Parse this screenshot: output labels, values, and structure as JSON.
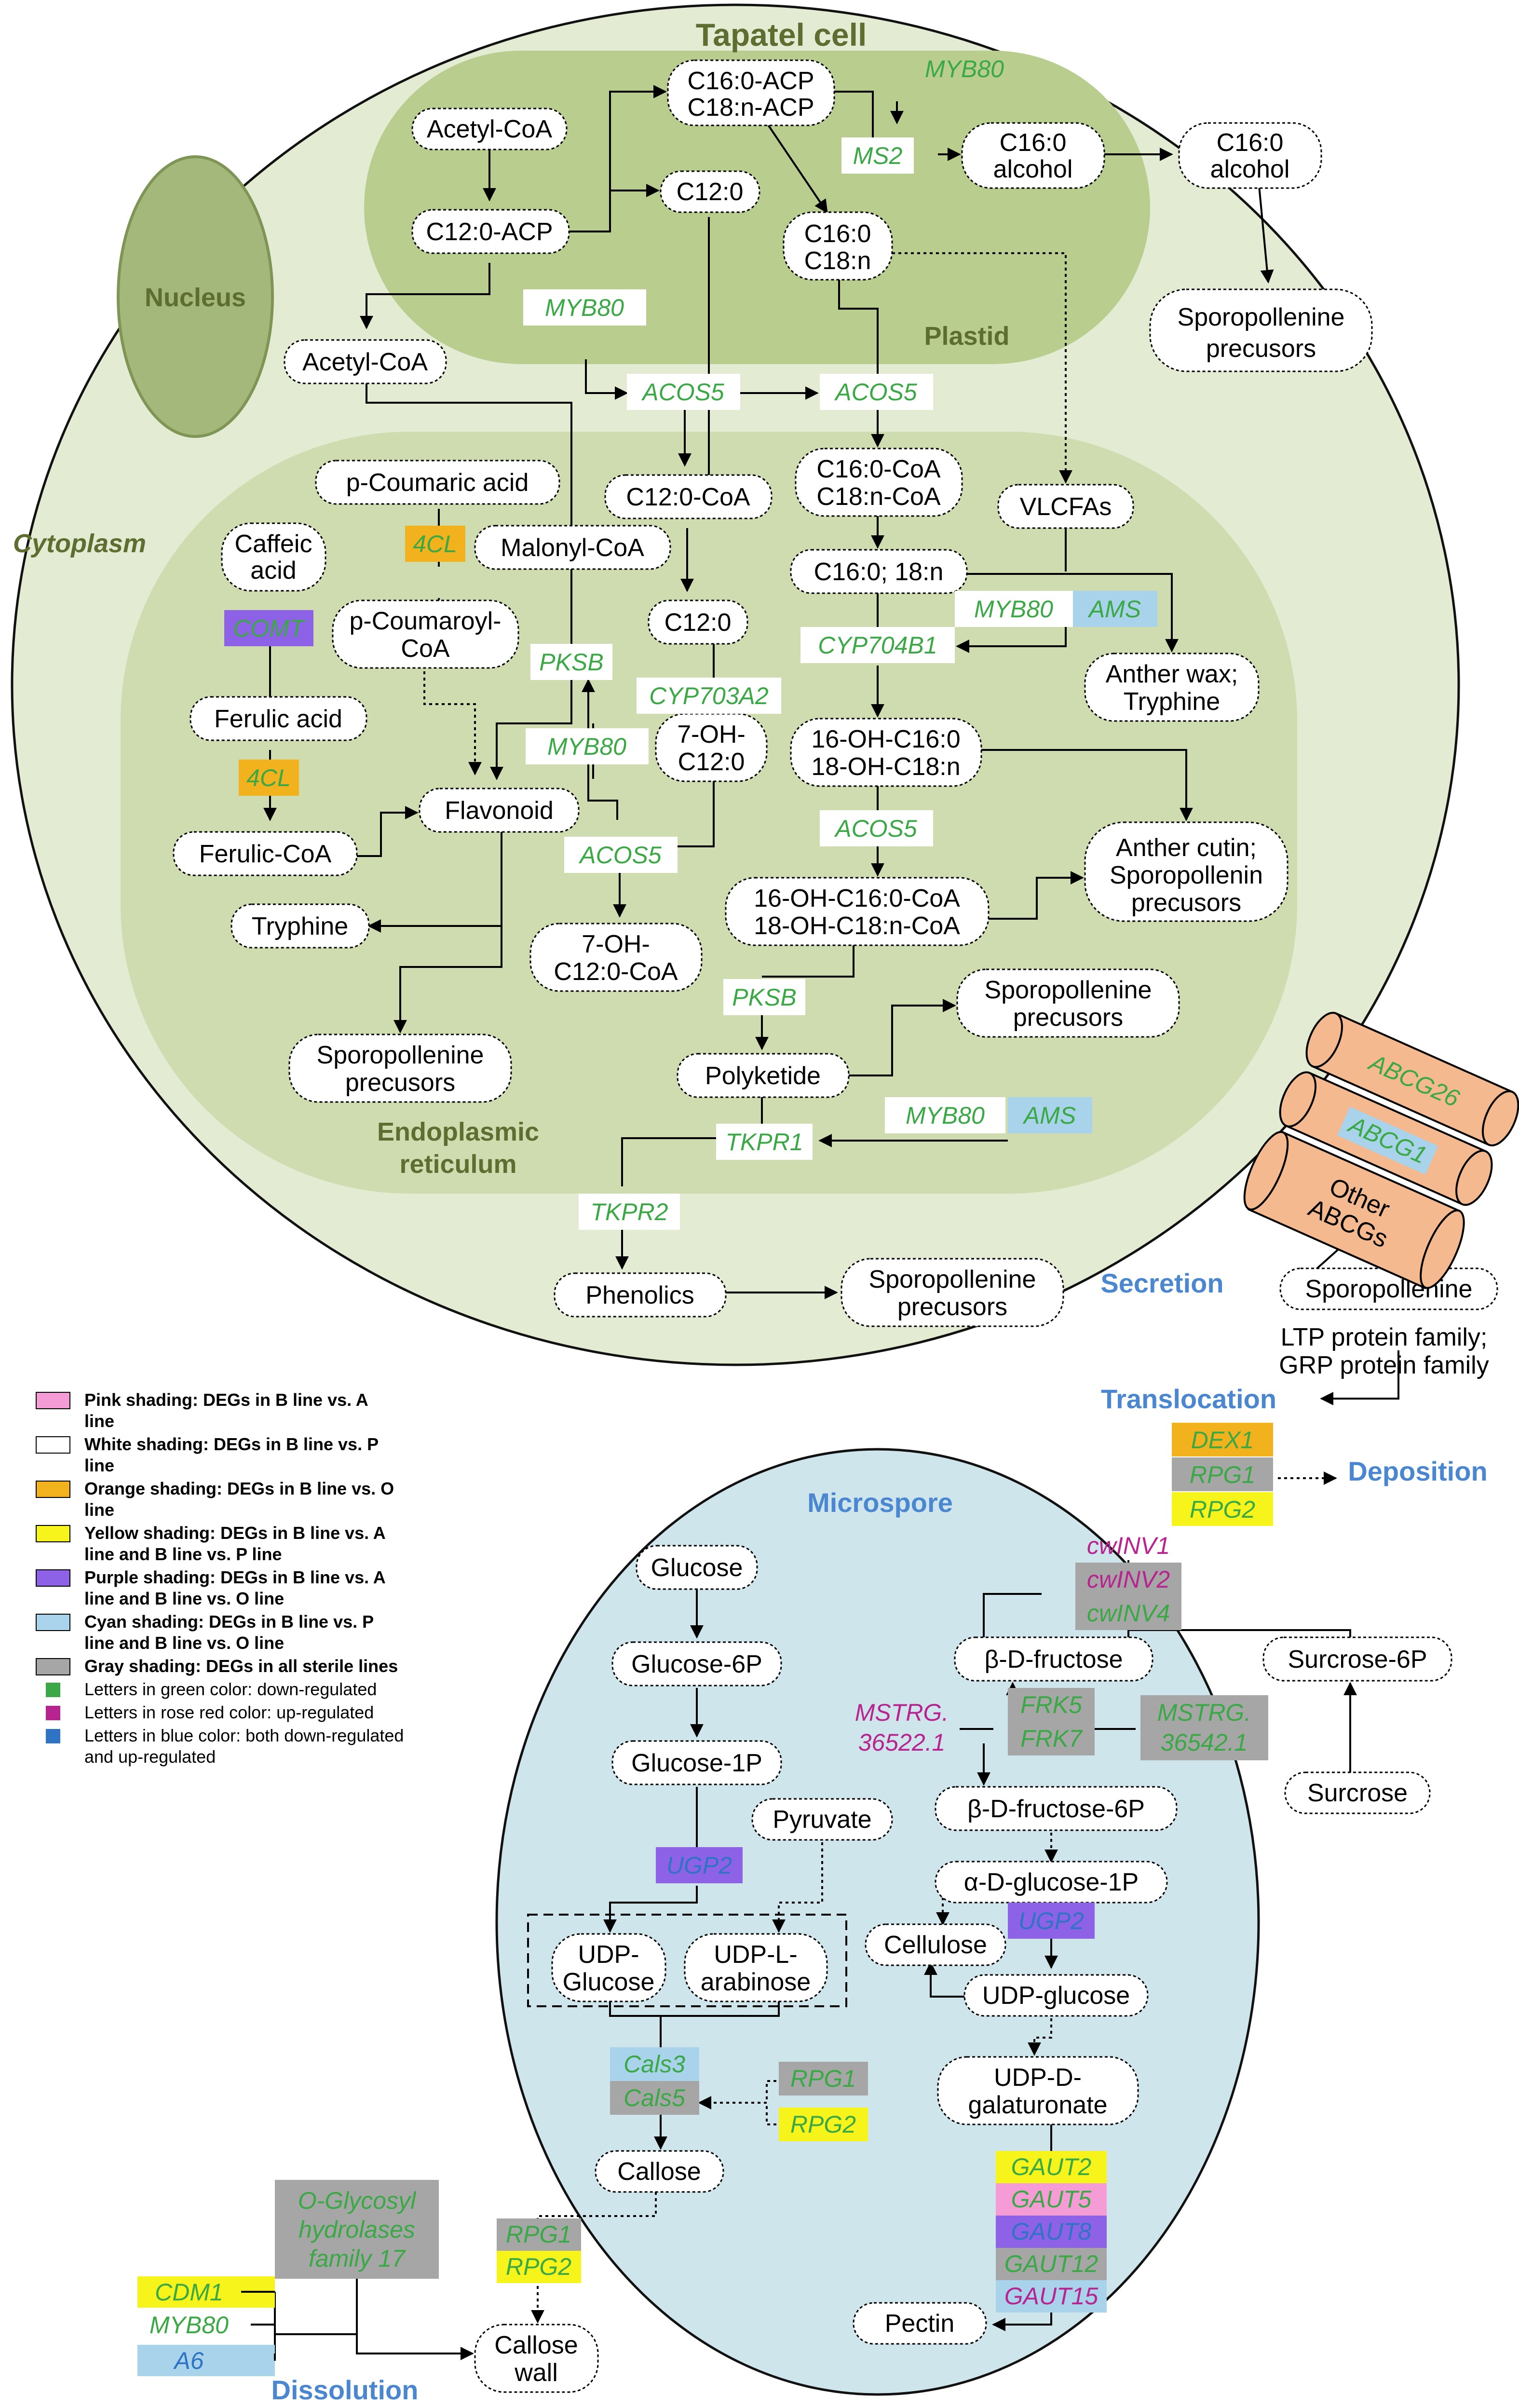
{
  "colors": {
    "cell_fill": "#e3ecd2",
    "plastid_fill": "#b9cd8f",
    "er_fill": "#cfdcaf",
    "nucleus_fill": "#a3b87a",
    "microspore_fill": "#cfe5ec",
    "gene_green": "#3aa845",
    "gene_pink": "#b8248f",
    "gene_blue": "#2f74c4",
    "label_olive": "#5e6d30",
    "label_blue": "#4a87d0",
    "shade_pink": "#f59bd6",
    "shade_orange": "#f2b21e",
    "shade_yellow": "#f7f41c",
    "shade_purple": "#8e62e6",
    "shade_cyan": "#a9d3ea",
    "shade_gray": "#a6a6a6",
    "abcg_fill": "#f5b98f"
  },
  "labels": {
    "tapetal_cell": "Tapatel cell",
    "nucleus": "Nucleus",
    "plastid": "Plastid",
    "cytoplasm": "Cytoplasm",
    "er_line1": "Endoplasmic",
    "er_line2": "reticulum",
    "secretion": "Secretion",
    "translocation": "Translocation",
    "deposition": "Deposition",
    "microspore": "Microspore",
    "dissolution": "Dissolution"
  },
  "nodes": {
    "acetyl_coa_plastid": "Acetyl-CoA",
    "c12_0_acp": "C12:0-ACP",
    "c16_acp_1": "C16:0-ACP",
    "c16_acp_2": "C18:n-ACP",
    "c12_0": "C12:0",
    "c16_0_1": "C16:0",
    "c16_0_2": "C18:n",
    "c16_alcohol_1_a": "C16:0",
    "c16_alcohol_1_b": "alcohol",
    "c16_alcohol_2_a": "C16:0",
    "c16_alcohol_2_b": "alcohol",
    "sporo_prec_top_a": "Sporopollenine",
    "sporo_prec_top_b": "precusors",
    "acetyl_coa_cyto": "Acetyl-CoA",
    "p_coumaric_acid": "p-Coumaric acid",
    "caffeic_acid_a": "Caffeic",
    "caffeic_acid_b": "acid",
    "malonyl_coa": "Malonyl-CoA",
    "p_coumaroyl_a": "p-Coumaroyl-",
    "p_coumaroyl_b": "CoA",
    "c12_0_coa": "C12:0-CoA",
    "c12_0_er": "C12:0",
    "ferulic_acid": "Ferulic acid",
    "flavonoid": "Flavonoid",
    "ferulic_coa": "Ferulic-CoA",
    "tryphine": "Tryphine",
    "oh_c12_a": "7-OH-",
    "oh_c12_b": "C12:0",
    "oh_c12_coa_a": "7-OH-",
    "oh_c12_coa_b": "C12:0-CoA",
    "sporo_prec_er_a": "Sporopollenine",
    "sporo_prec_er_b": "precusors",
    "c16_coa_a": "C16:0-CoA",
    "c16_coa_b": "C18:n-CoA",
    "vlcfas": "VLCFAs",
    "c16_18n": "C16:0; 18:n",
    "anther_wax_a": "Anther wax;",
    "anther_wax_b": "Tryphine",
    "oh_c16_a": "16-OH-C16:0",
    "oh_c16_b": "18-OH-C18:n",
    "anther_cutin_a": "Anther cutin;",
    "anther_cutin_b": "Sporopollenin",
    "anther_cutin_c": "precusors",
    "oh_c16_coa_a": "16-OH-C16:0-CoA",
    "oh_c16_coa_b": "18-OH-C18:n-CoA",
    "sporo_prec_poly_a": "Sporopollenine",
    "sporo_prec_poly_b": "precusors",
    "polyketide": "Polyketide",
    "phenolics": "Phenolics",
    "sporo_prec_phen_a": "Sporopollenine",
    "sporo_prec_phen_b": "precusors",
    "sporopollenine": "Sporopollenine",
    "ltp_a": "LTP protein family;",
    "ltp_b": "GRP protein family",
    "glucose": "Glucose",
    "glucose_6p": "Glucose-6P",
    "glucose_1p": "Glucose-1P",
    "pyruvate": "Pyruvate",
    "udp_glucose_a": "UDP-",
    "udp_glucose_b": "Glucose",
    "udp_arab_a": "UDP-L-",
    "udp_arab_b": "arabinose",
    "callose": "Callose",
    "callose_wall_a": "Callose",
    "callose_wall_b": "wall",
    "beta_fructose": "β-D-fructose",
    "surcrose_6p": "Surcrose-6P",
    "beta_fructose_6p": "β-D-fructose-6P",
    "surcrose": "Surcrose",
    "alpha_glucose_1p": "α-D-glucose-1P",
    "cellulose": "Cellulose",
    "udp_glucose_ms": "UDP-glucose",
    "udp_galat_a": "UDP-D-",
    "udp_galat_b": "galaturonate",
    "pectin": "Pectin"
  },
  "genes": {
    "myb80_ms2": "MYB80",
    "ms2": "MS2",
    "myb80_plastid": "MYB80",
    "acos5_left": "ACOS5",
    "acos5_right": "ACOS5",
    "four_cl_1": "4CL",
    "comt": "COMT",
    "four_cl_2": "4CL",
    "pksb_1": "PKSB",
    "myb80_mid": "MYB80",
    "cyp703a2": "CYP703A2",
    "acos5_mid": "ACOS5",
    "myb80_ams": "MYB80",
    "ams_1": "AMS",
    "cyp704b1": "CYP704B1",
    "acos5_oh": "ACOS5",
    "pksb_2": "PKSB",
    "myb80_tkpr": "MYB80",
    "ams_2": "AMS",
    "tkpr1": "TKPR1",
    "tkpr2": "TKPR2",
    "abcg26": "ABCG26",
    "abcg1": "ABCG1",
    "other_abcg_a": "Other",
    "other_abcg_b": "ABCGs",
    "dex1": "DEX1",
    "rpg1_dep": "RPG1",
    "rpg2_dep": "RPG2",
    "cwlnv1": "cwINV1",
    "cwlnv2": "cwINV2",
    "cwlnv4": "cwINV4",
    "frk5": "FRK5",
    "frk7": "FRK7",
    "mstrg_36522_a": "MSTRG.",
    "mstrg_36522_b": "36522.1",
    "mstrg_36542_a": "MSTRG.",
    "mstrg_36542_b": "36542.1",
    "ugp2_1": "UGP2",
    "ugp2_2": "UGP2",
    "cals3": "Cals3",
    "cals5": "Cals5",
    "rpg1_cals": "RPG1",
    "rpg2_cals": "RPG2",
    "gaut2": "GAUT2",
    "gaut5": "GAUT5",
    "gaut8": "GAUT8",
    "gaut12": "GAUT12",
    "gaut15": "GAUT15",
    "o_glyco_a": "O-Glycosyl",
    "o_glyco_b": "hydrolases",
    "o_glyco_c": "family 17",
    "rpg1_wall": "RPG1",
    "rpg2_wall": "RPG2",
    "cdm1": "CDM1",
    "myb80_diss": "MYB80",
    "a6": "A6"
  },
  "legend": [
    {
      "line1": "Pink shading: DEGs in  B line vs.  A",
      "line2": "line",
      "color": "#f59bd6",
      "bold": true
    },
    {
      "line1": "White shading: DEGs in B line vs. P",
      "line2": "line",
      "color": "#ffffff",
      "bold": true
    },
    {
      "line1": "Orange shading: DEGs in B line vs. O",
      "line2": "line",
      "color": "#f2b21e",
      "bold": true
    },
    {
      "line1": "Yellow shading: DEGs in B line vs. A",
      "line2": "line and B line vs. P line",
      "color": "#f7f41c",
      "bold": true
    },
    {
      "line1": "Purple shading: DEGs in B line vs. A",
      "line2": "line and B line vs. O line",
      "color": "#8e62e6",
      "bold": true
    },
    {
      "line1": "Cyan shading: DEGs in B line vs.  P",
      "line2": "line and B line vs. O line",
      "color": "#a9d3ea",
      "bold": true
    },
    {
      "line1": "Gray shading: DEGs in all sterile lines",
      "line2": "",
      "color": "#a6a6a6",
      "bold": true
    },
    {
      "line1": "Letters in green color: down-regulated",
      "line2": "",
      "color": "#3aa845",
      "bold": false
    },
    {
      "line1": "Letters in rose red color: up-regulated",
      "line2": "",
      "color": "#b8248f",
      "bold": false
    },
    {
      "line1": "Letters in blue color: both down-regulated",
      "line2": "and up-regulated",
      "color": "#2f74c4",
      "bold": false
    }
  ]
}
